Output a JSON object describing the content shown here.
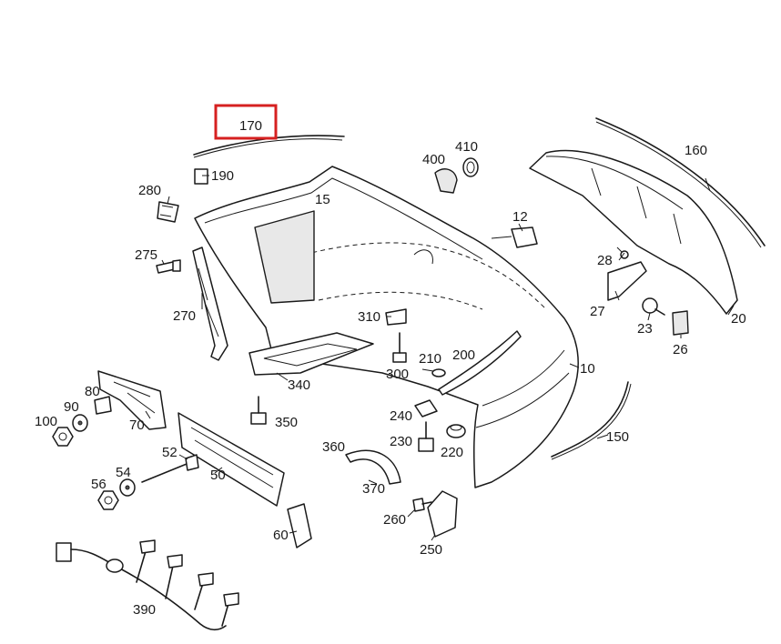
{
  "highlight_color": "#d62020",
  "highlighted_part": "170",
  "parts": [
    {
      "id": "p170",
      "text": "170"
    },
    {
      "id": "p190",
      "text": "190"
    },
    {
      "id": "p280",
      "text": "280"
    },
    {
      "id": "p15",
      "text": "15"
    },
    {
      "id": "p400",
      "text": "400"
    },
    {
      "id": "p410",
      "text": "410"
    },
    {
      "id": "p160",
      "text": "160"
    },
    {
      "id": "p12",
      "text": "12"
    },
    {
      "id": "p275",
      "text": "275"
    },
    {
      "id": "p28",
      "text": "28"
    },
    {
      "id": "p270",
      "text": "270"
    },
    {
      "id": "p310",
      "text": "310"
    },
    {
      "id": "p27",
      "text": "27"
    },
    {
      "id": "p23",
      "text": "23"
    },
    {
      "id": "p20",
      "text": "20"
    },
    {
      "id": "p26",
      "text": "26"
    },
    {
      "id": "p210",
      "text": "210"
    },
    {
      "id": "p200",
      "text": "200"
    },
    {
      "id": "p300",
      "text": "300"
    },
    {
      "id": "p10",
      "text": "10"
    },
    {
      "id": "p340",
      "text": "340"
    },
    {
      "id": "p80",
      "text": "80"
    },
    {
      "id": "p90",
      "text": "90"
    },
    {
      "id": "p100",
      "text": "100"
    },
    {
      "id": "p70",
      "text": "70"
    },
    {
      "id": "p350",
      "text": "350"
    },
    {
      "id": "p240",
      "text": "240"
    },
    {
      "id": "p230",
      "text": "230"
    },
    {
      "id": "p220",
      "text": "220"
    },
    {
      "id": "p150",
      "text": "150"
    },
    {
      "id": "p360",
      "text": "360"
    },
    {
      "id": "p52",
      "text": "52"
    },
    {
      "id": "p54",
      "text": "54"
    },
    {
      "id": "p56",
      "text": "56"
    },
    {
      "id": "p50",
      "text": "50"
    },
    {
      "id": "p370",
      "text": "370"
    },
    {
      "id": "p260",
      "text": "260"
    },
    {
      "id": "p60",
      "text": "60"
    },
    {
      "id": "p250",
      "text": "250"
    },
    {
      "id": "p390",
      "text": "390"
    }
  ]
}
